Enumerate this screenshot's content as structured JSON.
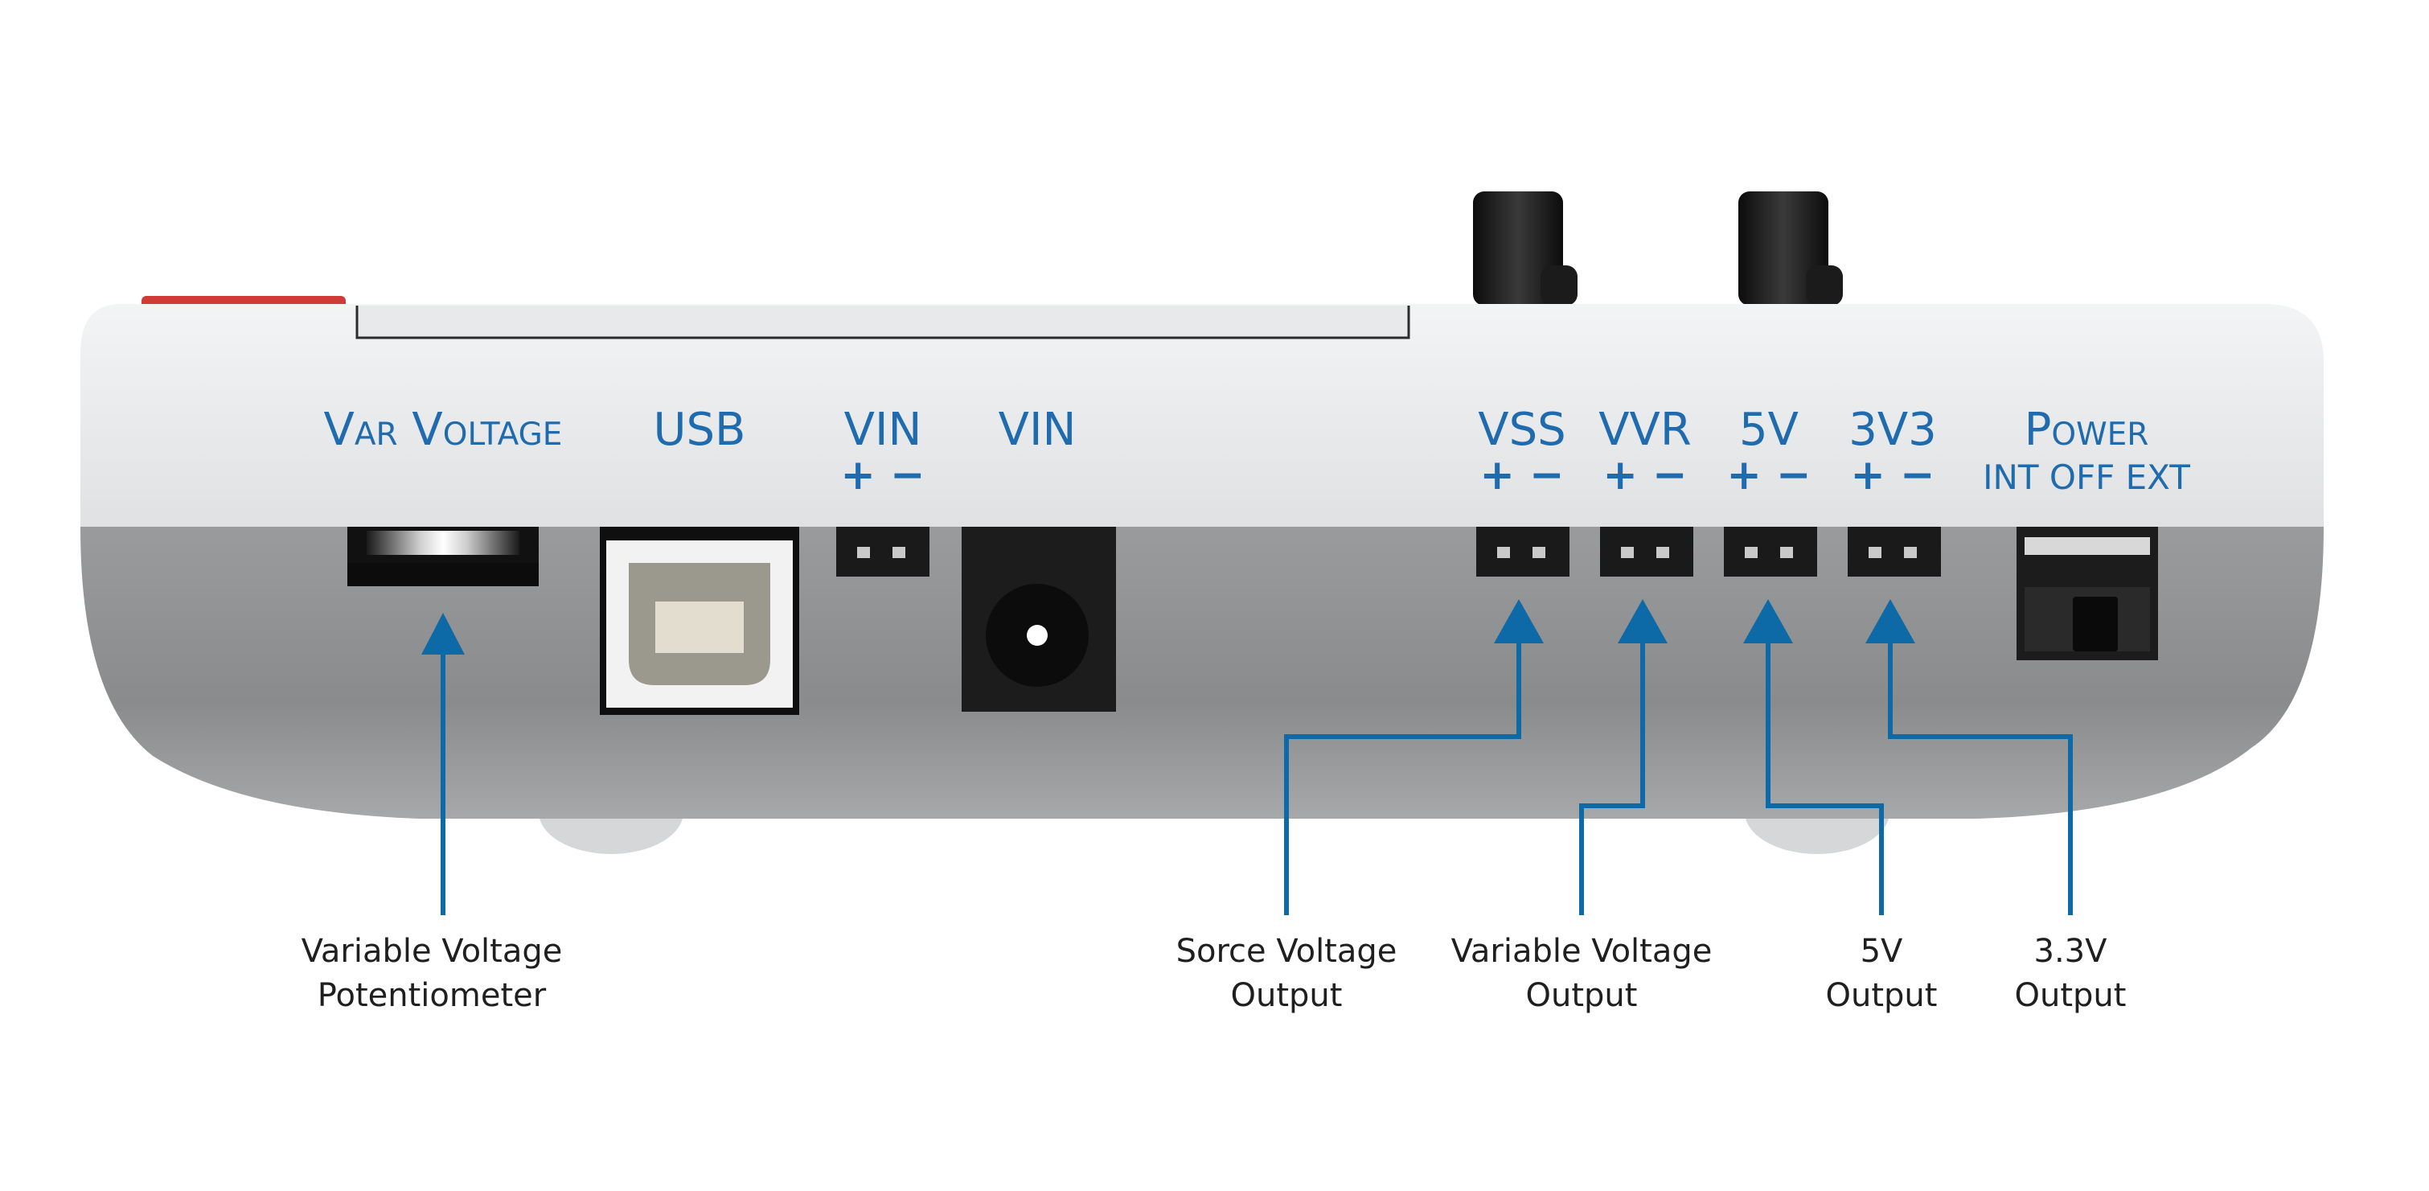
{
  "panel_labels": {
    "var_voltage": "Var Voltage",
    "usb": "USB",
    "vin_header": "VIN",
    "vin_header_polarity": "+ −",
    "vin_jack": "VIN",
    "vss": "VSS",
    "vss_polarity": "+ −",
    "vvr": "VVR",
    "vvr_polarity": "+ −",
    "v5": "5V",
    "v5_polarity": "+ −",
    "v3v3": "3V3",
    "v3v3_polarity": "+ −",
    "power": "Power",
    "power_positions": "INT OFF EXT"
  },
  "callouts": {
    "potentiometer_line1": "Variable Voltage",
    "potentiometer_line2": "Potentiometer",
    "source_line1": "Sorce Voltage",
    "source_line2": "Output",
    "variable_line1": "Variable Voltage",
    "variable_line2": "Output",
    "five_line1": "5V",
    "five_line2": "Output",
    "three_line1": "3.3V",
    "three_line2": "Output"
  },
  "colors": {
    "label_blue": "#1f6bad",
    "arrow_blue": "#0e6aa6",
    "case_top": "#e6e7e9",
    "case_bottom": "#8c8d8f",
    "accent_red": "#d13b36"
  }
}
